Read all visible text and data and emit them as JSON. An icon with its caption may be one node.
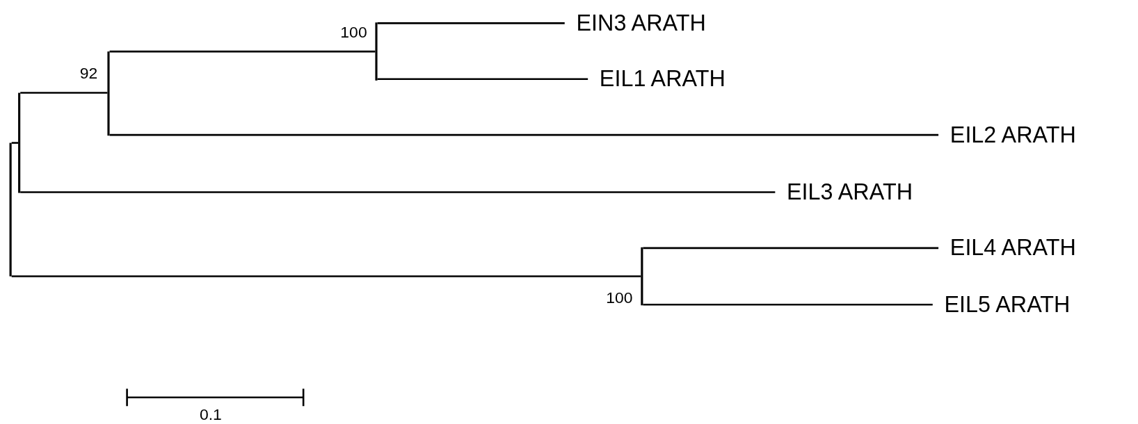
{
  "diagram": {
    "nodes": [
      {
        "text": [],
        "shape": "point"
      },
      {
        "text": [],
        "shape": "point"
      },
      {
        "text": [
          "92"
        ]
      },
      {
        "text": [
          "100"
        ]
      },
      {
        "text": [
          "EIN3 ARATH"
        ]
      },
      {
        "text": [
          "EIL1 ARATH"
        ]
      },
      {
        "text": [
          "EIL2 ARATH"
        ]
      },
      {
        "text": [
          "EIL3 ARATH"
        ]
      },
      {
        "text": [
          "100"
        ]
      },
      {
        "text": [
          "EIL4 ARATH"
        ]
      },
      {
        "text": [
          "EIL5 ARATH"
        ]
      }
    ],
    "edges": [
      {
        "from": 0,
        "to": 1,
        "arrow": "none"
      },
      {
        "from": 1,
        "to": 2,
        "arrow": "none"
      },
      {
        "from": 2,
        "to": 3,
        "arrow": "none"
      },
      {
        "from": 3,
        "to": 4,
        "arrow": "none"
      },
      {
        "from": 3,
        "to": 5,
        "arrow": "none"
      },
      {
        "from": 2,
        "to": 6,
        "arrow": "none"
      },
      {
        "from": 1,
        "to": 7,
        "arrow": "none"
      },
      {
        "from": 0,
        "to": 8,
        "arrow": "none"
      },
      {
        "from": 8,
        "to": 9,
        "arrow": "none"
      },
      {
        "from": 8,
        "to": 10,
        "arrow": "none"
      }
    ],
    "labels": [
      "0.1"
    ]
  }
}
